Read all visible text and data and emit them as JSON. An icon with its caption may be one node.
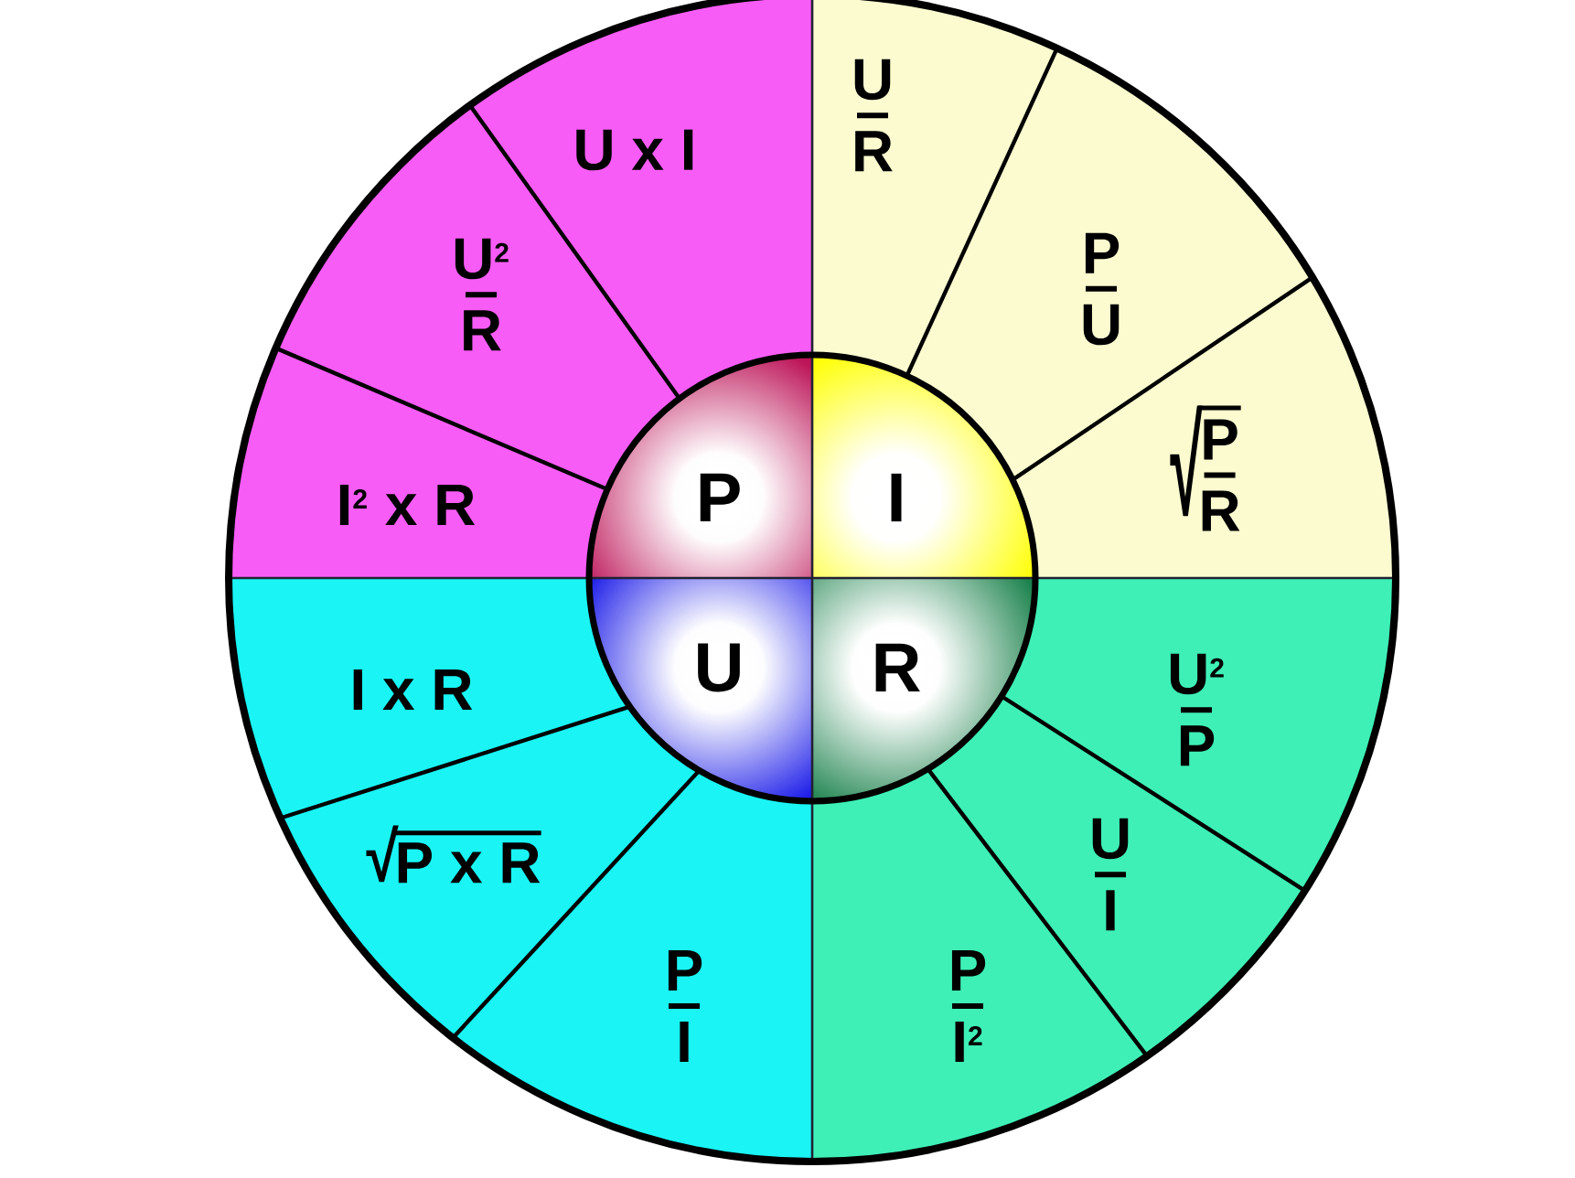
{
  "diagram": {
    "nodes": [
      {
        "text": [
          "P"
        ]
      },
      {
        "text": [
          "I"
        ]
      },
      {
        "text": [
          "U"
        ]
      },
      {
        "text": [
          "R"
        ]
      },
      {
        "text": [
          "U x I"
        ]
      },
      {
        "text": [
          "U$^{2}$",
          "R"
        ]
      },
      {
        "text": [
          "I$^{2}$ x R"
        ]
      },
      {
        "text": [
          "U",
          "R"
        ]
      },
      {
        "text": [
          "P",
          "U"
        ]
      },
      {
        "text": [
          "√",
          "P",
          "R"
        ]
      },
      {
        "text": [
          "I x R"
        ]
      },
      {
        "text": [
          "√",
          "P x R"
        ]
      },
      {
        "text": [
          "P",
          "I"
        ]
      },
      {
        "text": [
          "U$^{2}$",
          "P"
        ]
      },
      {
        "text": [
          "U",
          "I"
        ]
      },
      {
        "text": [
          "P",
          "I$^{2}$"
        ]
      }
    ]
  }
}
